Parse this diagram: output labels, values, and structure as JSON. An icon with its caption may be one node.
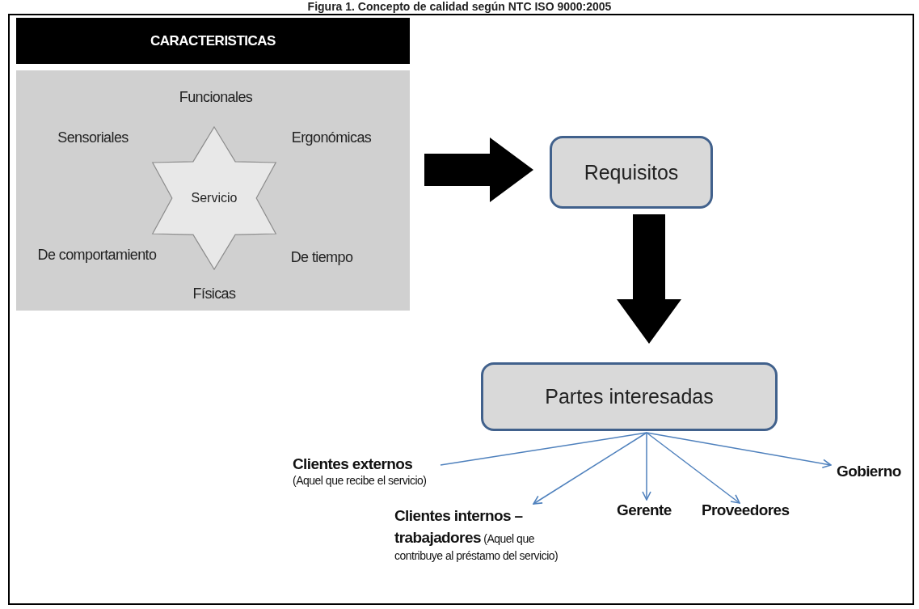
{
  "diagram": {
    "title": "Figura 1. Concepto de calidad según NTC ISO 9000:2005",
    "nodes": [
      {
        "text": [
          "CARACTERISTICAS"
        ]
      },
      {
        "text": [
          "Servicio"
        ],
        "in": 0
      },
      {
        "text": [
          "Requisitos"
        ]
      },
      {
        "text": [
          "Partes interesadas"
        ]
      },
      {
        "text": [
          "Clientes externos",
          "(Aquel que recibe el servicio)"
        ]
      },
      {
        "text": [
          "**Clientes internos – trabajadores** (Aquel que contribuye al préstamo del servicio)"
        ]
      },
      {
        "text": [
          "Gerente"
        ]
      },
      {
        "text": [
          "Proveedores"
        ]
      },
      {
        "text": [
          "Gobierno"
        ]
      }
    ],
    "edges": [
      {
        "from": 0,
        "to": 2,
        "arrow": "to",
        "style": "thick",
        "color": "#000000"
      },
      {
        "from": 2,
        "to": 3,
        "arrow": "to",
        "style": "thick",
        "color": "#000000"
      },
      {
        "from": 3,
        "to": 4,
        "arrow": "none"
      },
      {
        "from": 3,
        "to": 5,
        "arrow": "to"
      },
      {
        "from": 3,
        "to": 6,
        "arrow": "to"
      },
      {
        "from": 3,
        "to": 7,
        "arrow": "to"
      },
      {
        "from": 3,
        "to": 8,
        "arrow": "to"
      }
    ],
    "labels": [
      "Funcionales",
      "Sensoriales",
      "Ergonómicas",
      "De comportamiento",
      "De tiempo",
      "Físicas"
    ]
  }
}
